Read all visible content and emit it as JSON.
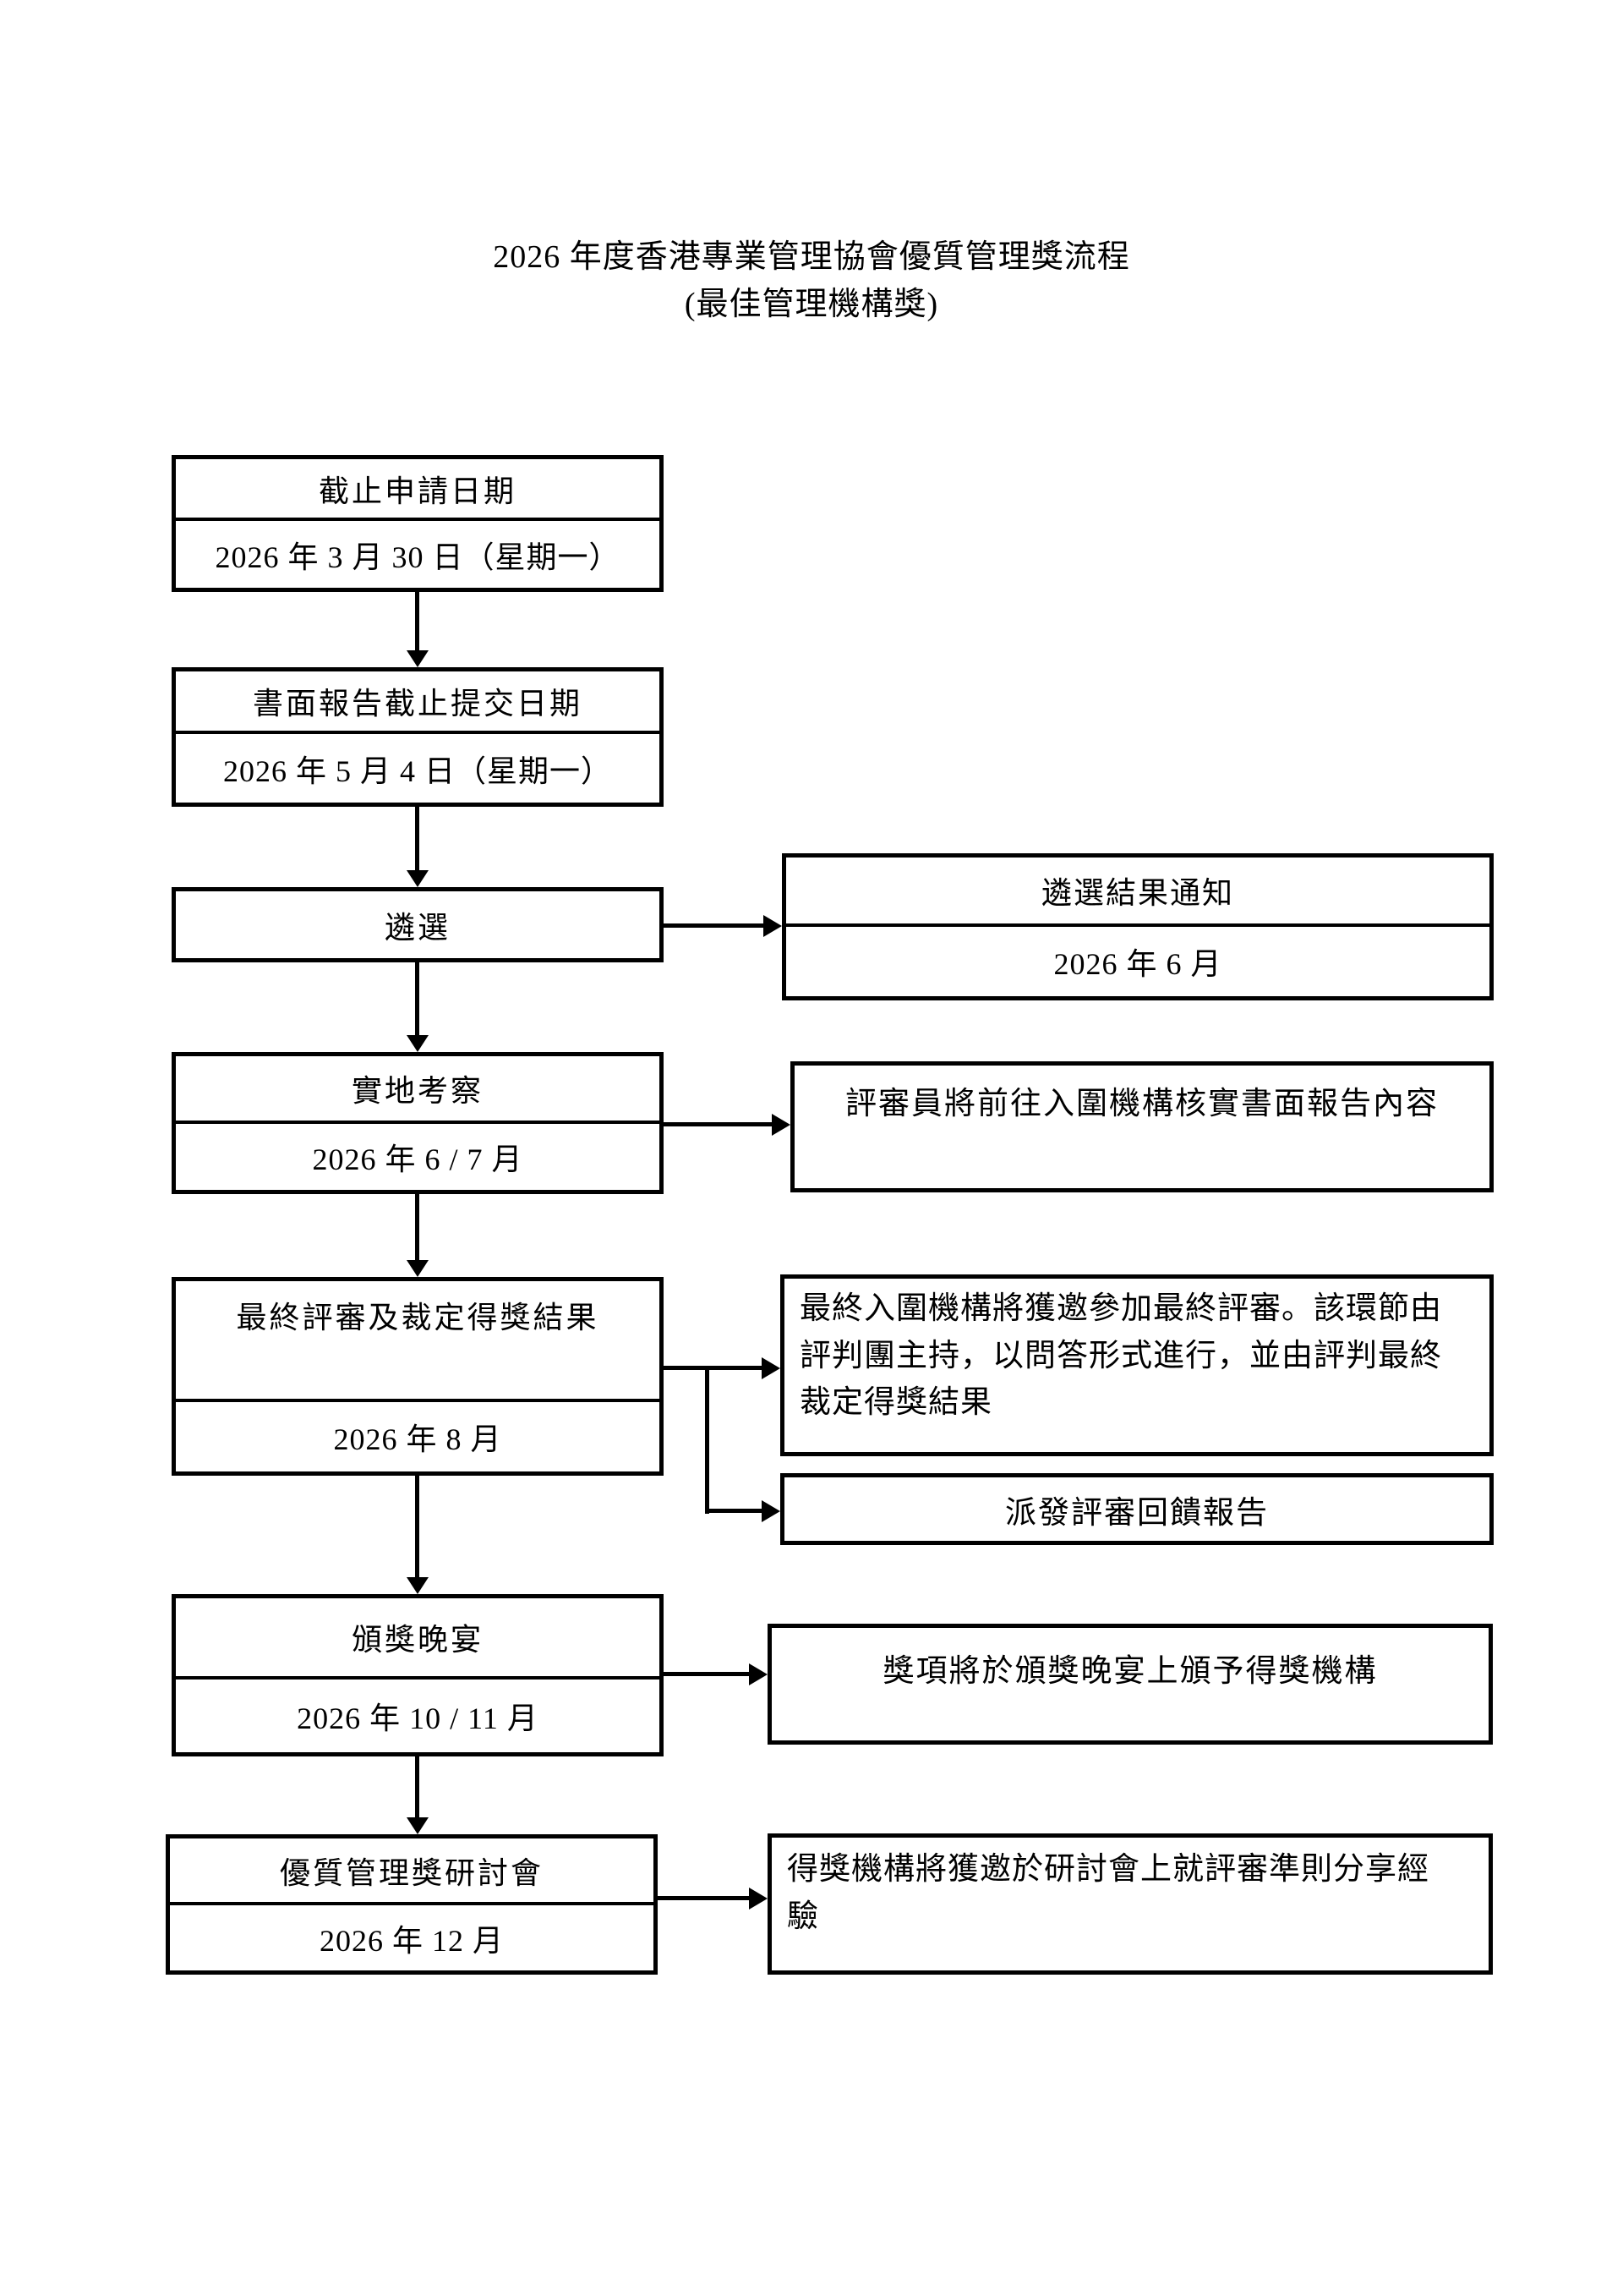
{
  "title": {
    "line1": "2026 年度香港專業管理協會優質管理獎流程",
    "line2": "(最佳管理機構獎)"
  },
  "steps": [
    {
      "title": "截止申請日期",
      "date": "2026 年 3 月 30 日（星期一）"
    },
    {
      "title": "書面報告截止提交日期",
      "date": "2026 年 5 月 4 日（星期一）"
    },
    {
      "title": "遴選"
    },
    {
      "title": "實地考察",
      "date": "2026 年 6 / 7 月"
    },
    {
      "title": "最終評審及裁定得獎結果",
      "date": "2026 年 8 月"
    },
    {
      "title": "頒獎晚宴",
      "date": "2026 年 10 / 11 月"
    },
    {
      "title": "優質管理獎研討會",
      "date": "2026 年 12 月"
    }
  ],
  "notes": [
    {
      "title": "遴選結果通知",
      "date": "2026 年 6 月"
    },
    {
      "text": "評審員將前往入圍機構核實書面報告內容"
    },
    {
      "lines": [
        "最終入圍機構將獲邀參加最終評審。該環節由",
        "評判團主持，以問答形式進行，並由評判最終",
        "裁定得獎結果"
      ]
    },
    {
      "text": "派發評審回饋報告"
    },
    {
      "text": "獎項將於頒獎晚宴上頒予得獎機構"
    },
    {
      "lines": [
        "得獎機構將獲邀於研討會上就評審準則分享經",
        "驗"
      ]
    }
  ],
  "colors": {
    "line": "#000000",
    "background": "#ffffff",
    "text": "#000000"
  }
}
